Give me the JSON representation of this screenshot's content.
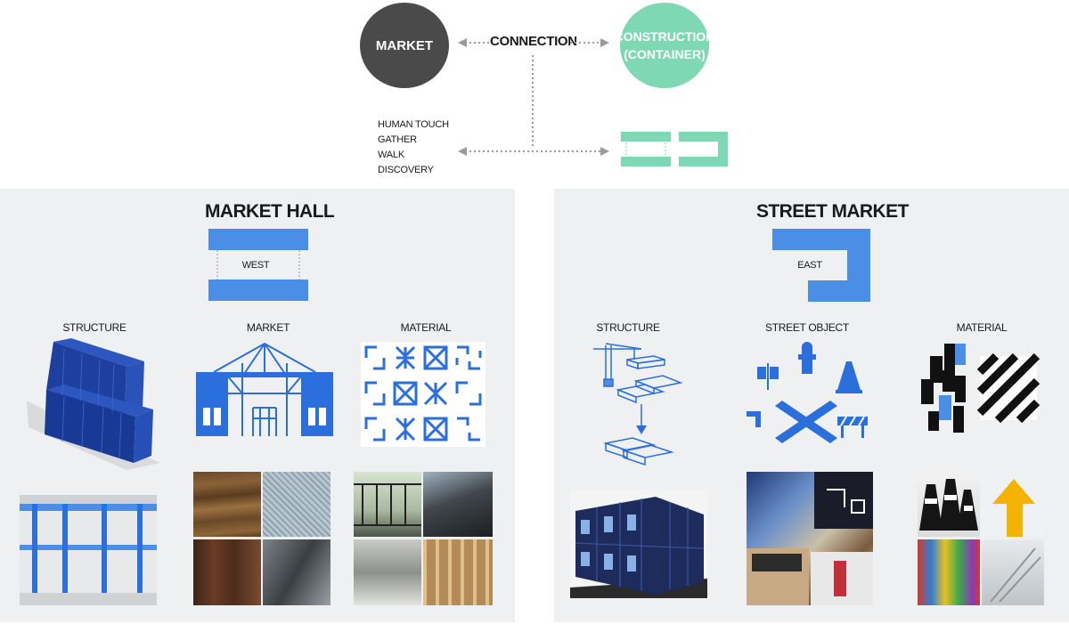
{
  "concept": {
    "market_label": "MARKET",
    "connection_label": "CONNECTION",
    "construction_label_line1": "CONSTRUCTION",
    "construction_label_line2": "(CONTAINER)",
    "qualities": [
      "HUMAN TOUCH",
      "GATHER",
      "WALK",
      "DISCOVERY"
    ]
  },
  "market_hall": {
    "title": "MARKET HALL",
    "plan_label": "WEST",
    "columns": [
      "STRUCTURE",
      "MARKET",
      "MATERIAL"
    ]
  },
  "street_market": {
    "title": "STREET MARKET",
    "plan_label": "EAST",
    "columns": [
      "STRUCTURE",
      "STREET OBJECT",
      "MATERIAL"
    ]
  },
  "colors": {
    "blue": "#4a8ee6",
    "dark_blue": "#1e4bb8",
    "mint": "#7fd8b4",
    "charcoal": "#4a4a4a",
    "panel": "#eef0f2"
  }
}
